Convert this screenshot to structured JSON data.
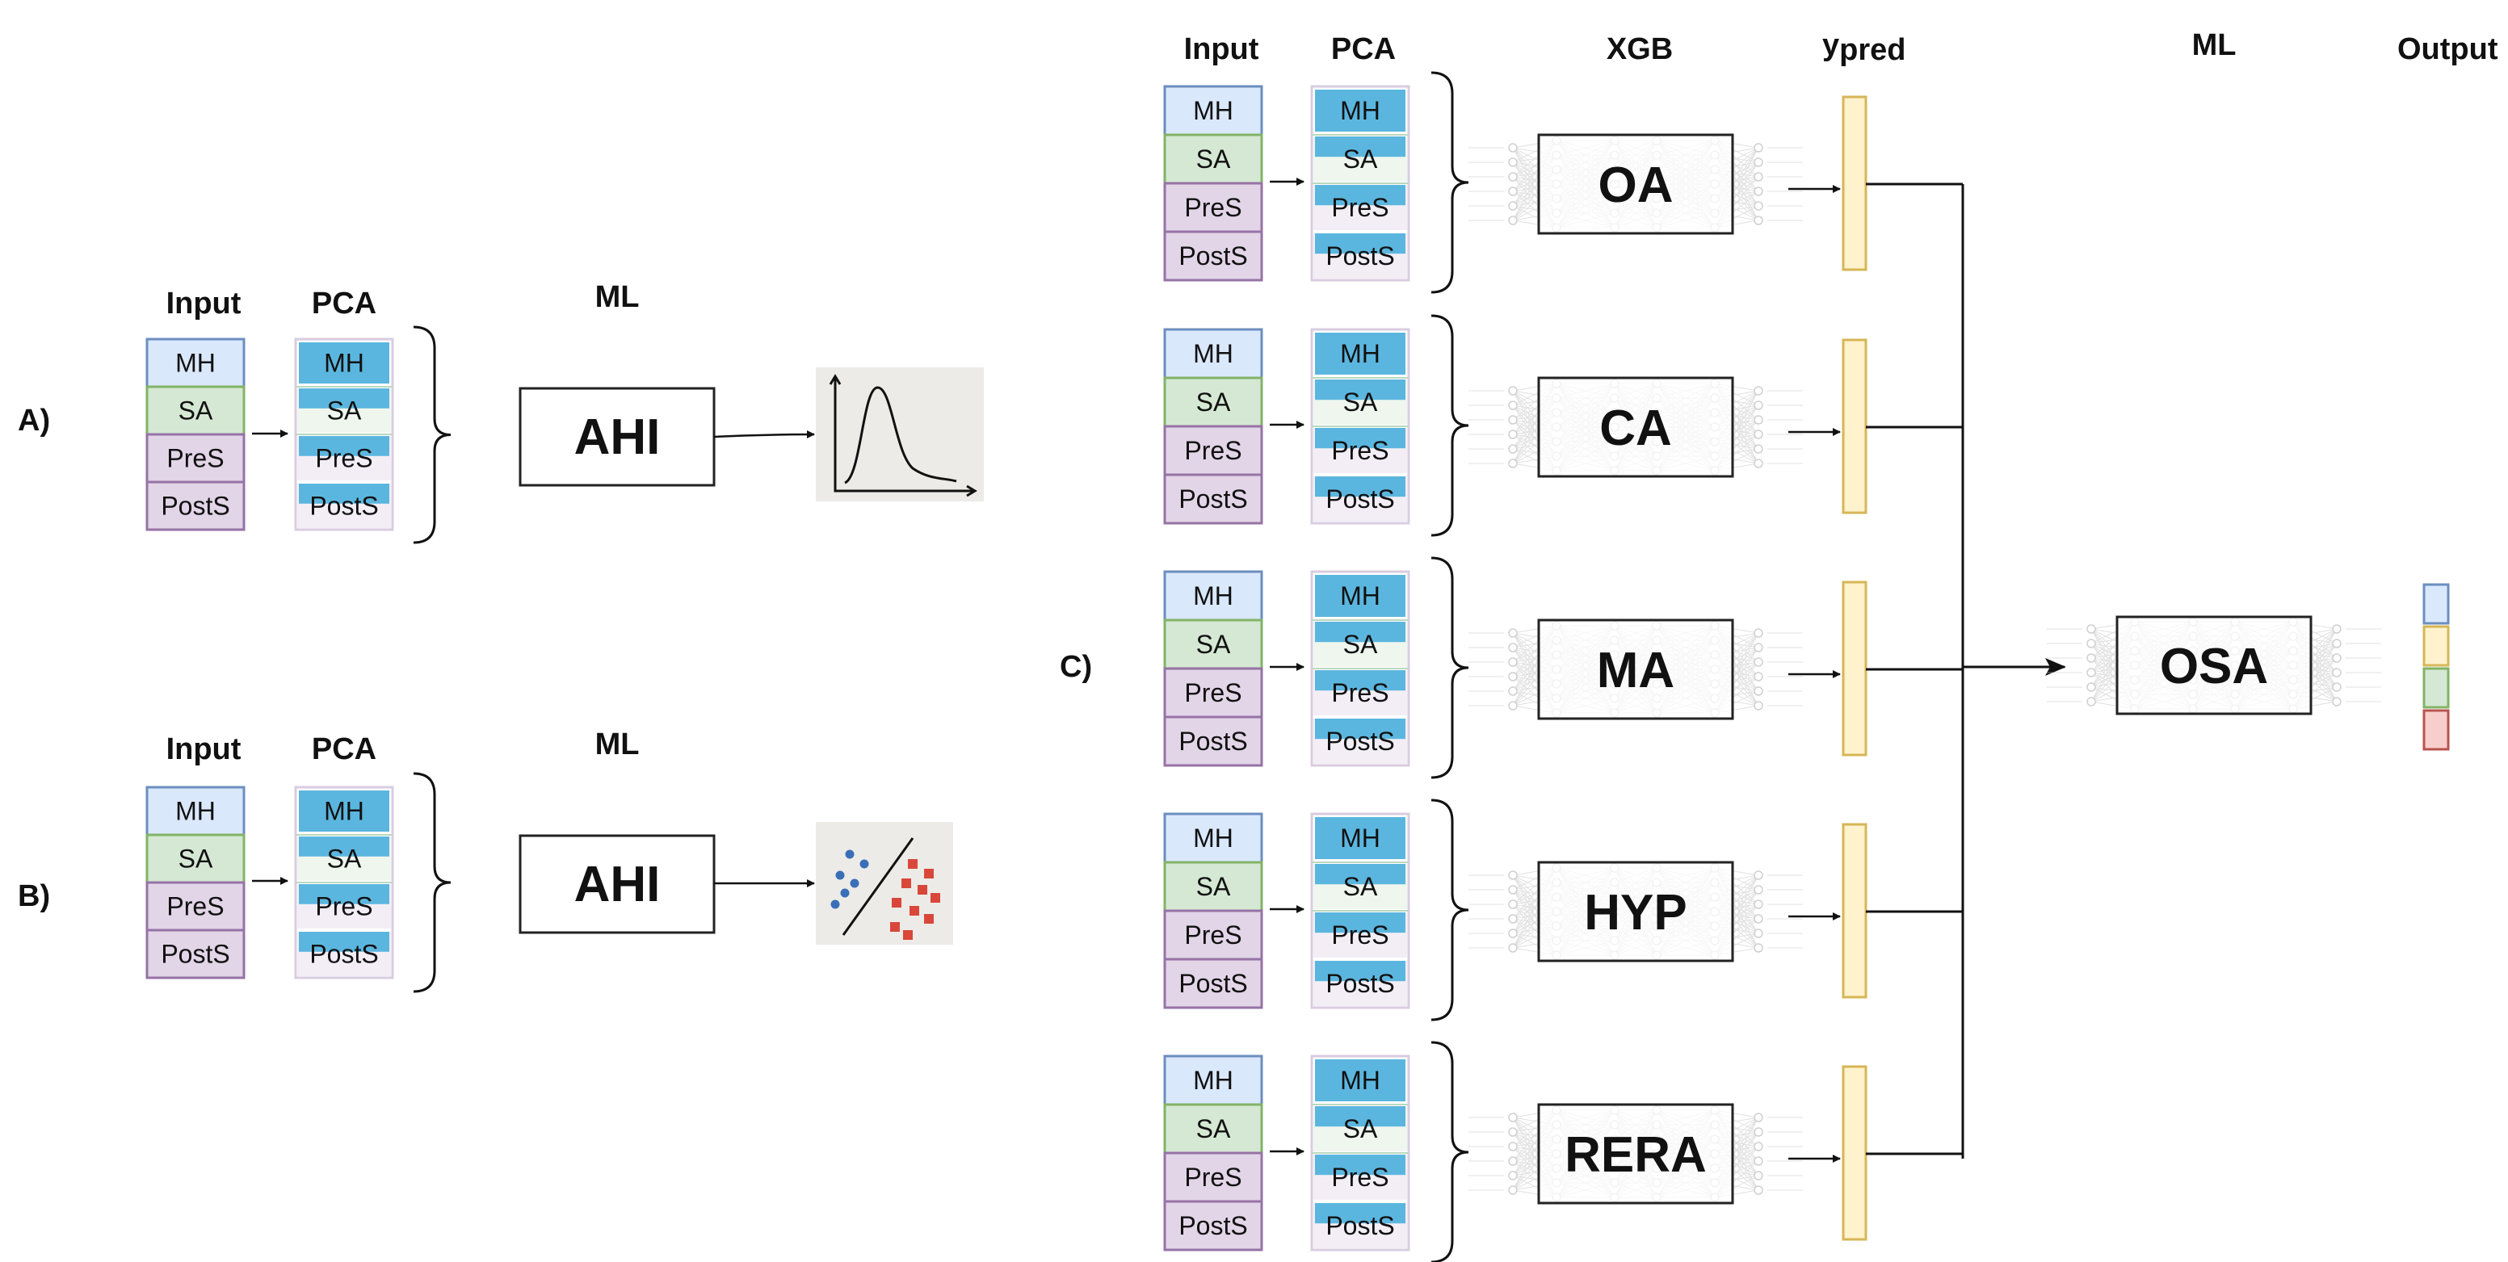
{
  "colors": {
    "mh": "#dae8fc",
    "mh_border": "#6c8ebf",
    "sa": "#d5e8d4",
    "sa_border": "#82b366",
    "pres": "#e1d5e7",
    "pres_border": "#9673a6",
    "posts": "#e1d5e7",
    "posts_border": "#9673a6",
    "pca_band": "#5bb6df",
    "pca_bg_sa": "#eef6ee",
    "pca_bg_post": "#f3eef6",
    "ypred": "#fff2cc",
    "ypred_border": "#d6b656",
    "out_blue": "#dae8fc",
    "out_yellow": "#fff2cc",
    "out_green": "#d5e8d4",
    "out_red": "#f8cecc",
    "thumb_bg": "#ecebe7"
  },
  "panels": {
    "A": {
      "label": "A)",
      "input_header": "Input",
      "pca_header": "PCA",
      "ml_header": "ML",
      "model": "AHI",
      "segments": [
        "MH",
        "SA",
        "PreS",
        "PostS"
      ],
      "pca_segments": [
        "MH",
        "SA",
        "PreS",
        "PostS"
      ],
      "output_icon": "distribution-curve-icon"
    },
    "B": {
      "label": "B)",
      "input_header": "Input",
      "pca_header": "PCA",
      "ml_header": "ML",
      "model": "AHI",
      "segments": [
        "MH",
        "SA",
        "PreS",
        "PostS"
      ],
      "pca_segments": [
        "MH",
        "SA",
        "PreS",
        "PostS"
      ],
      "output_icon": "classification-scatter-icon"
    },
    "C": {
      "label": "C)",
      "input_header": "Input",
      "pca_header": "PCA",
      "xgb_header": "XGB",
      "ypred_header": "y",
      "ypred_sub": "pred",
      "ml_header": "ML",
      "output_header": "Output",
      "final_model": "OSA",
      "rows": [
        {
          "model": "OA",
          "segments": [
            "MH",
            "SA",
            "PreS",
            "PostS"
          ],
          "pca_segments": [
            "MH",
            "SA",
            "PreS",
            "PostS"
          ]
        },
        {
          "model": "CA",
          "segments": [
            "MH",
            "SA",
            "PreS",
            "PostS"
          ],
          "pca_segments": [
            "MH",
            "SA",
            "PreS",
            "PostS"
          ]
        },
        {
          "model": "MA",
          "segments": [
            "MH",
            "SA",
            "PreS",
            "PostS"
          ],
          "pca_segments": [
            "MH",
            "SA",
            "PreS",
            "PostS"
          ]
        },
        {
          "model": "HYP",
          "segments": [
            "MH",
            "SA",
            "PreS",
            "PostS"
          ],
          "pca_segments": [
            "MH",
            "SA",
            "PreS",
            "PostS"
          ]
        },
        {
          "model": "RERA",
          "segments": [
            "MH",
            "SA",
            "PreS",
            "PostS"
          ],
          "pca_segments": [
            "MH",
            "SA",
            "PreS",
            "PostS"
          ]
        }
      ],
      "output_classes": [
        "blue",
        "yellow",
        "green",
        "red"
      ]
    }
  }
}
